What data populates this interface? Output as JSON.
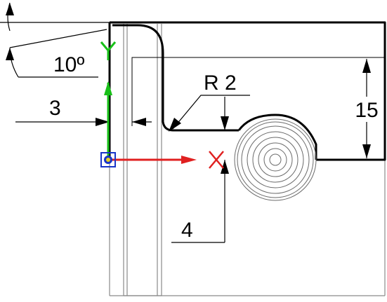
{
  "drawing": {
    "dimensions": {
      "angle": "10º",
      "left_offset": "3",
      "radius": "R 2",
      "height": "15",
      "depth": "4"
    },
    "axes": {
      "y_label": "Y"
    },
    "colors": {
      "background": "#ffffff",
      "geometry": "#000000",
      "thin_lines": "#888888",
      "x_axis": "#e02020",
      "y_axis": "#18c018",
      "origin": "#1a35c8",
      "target_marker": "#e02020"
    }
  }
}
